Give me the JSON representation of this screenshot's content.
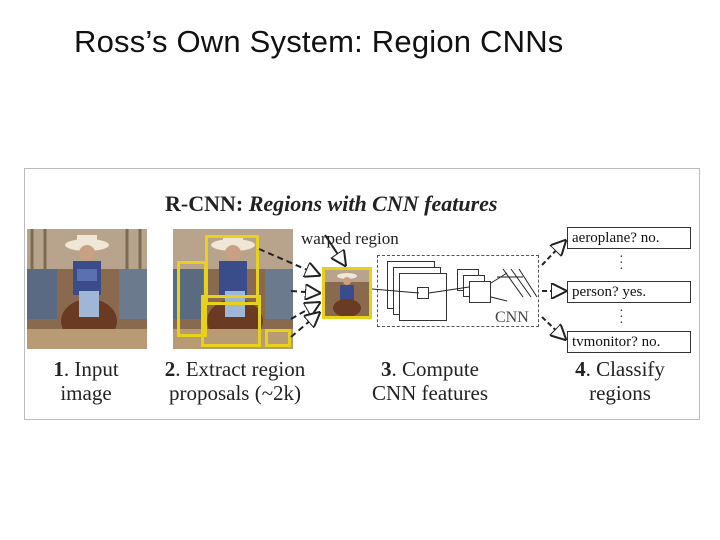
{
  "slide": {
    "title": "Ross’s Own System: Region CNNs"
  },
  "figure": {
    "heading_bold": "R-CNN:",
    "heading_italic": "Regions with CNN features",
    "warped_label": "warped region",
    "cnn_label": "CNN",
    "outputs": [
      {
        "text": "aeroplane? no."
      },
      {
        "text": "person? yes."
      },
      {
        "text": "tvmonitor? no."
      }
    ],
    "steps": [
      {
        "num": "1",
        "line1": ". Input",
        "line2": "image"
      },
      {
        "num": "2",
        "line1": ". Extract region",
        "line2": "proposals (~2k)"
      },
      {
        "num": "3",
        "line1": ". Compute",
        "line2": "CNN features"
      },
      {
        "num": "4",
        "line1": ". Classify",
        "line2": "regions"
      }
    ],
    "colors": {
      "proposal": "#e6d21a",
      "frame": "#bdbdbd"
    }
  }
}
